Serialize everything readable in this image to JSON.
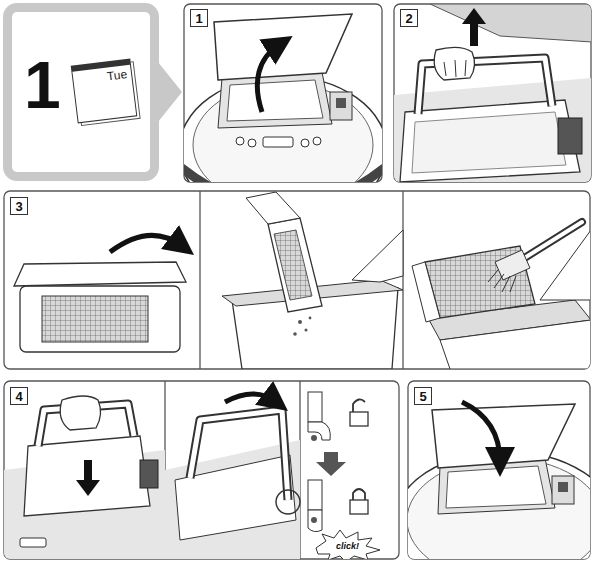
{
  "diagram": {
    "nodes": [
      {
        "text": [
          "1"
        ]
      },
      {
        "text": [
          "Tue"
        ],
        "in": 0
      },
      {
        "text": [
          "1"
        ]
      },
      {
        "text": [
          "2"
        ]
      },
      {
        "text": [
          "3"
        ]
      },
      {
        "text": [
          "4"
        ]
      },
      {
        "text": [
          "5"
        ]
      }
    ],
    "labels": [
      "click!"
    ]
  }
}
